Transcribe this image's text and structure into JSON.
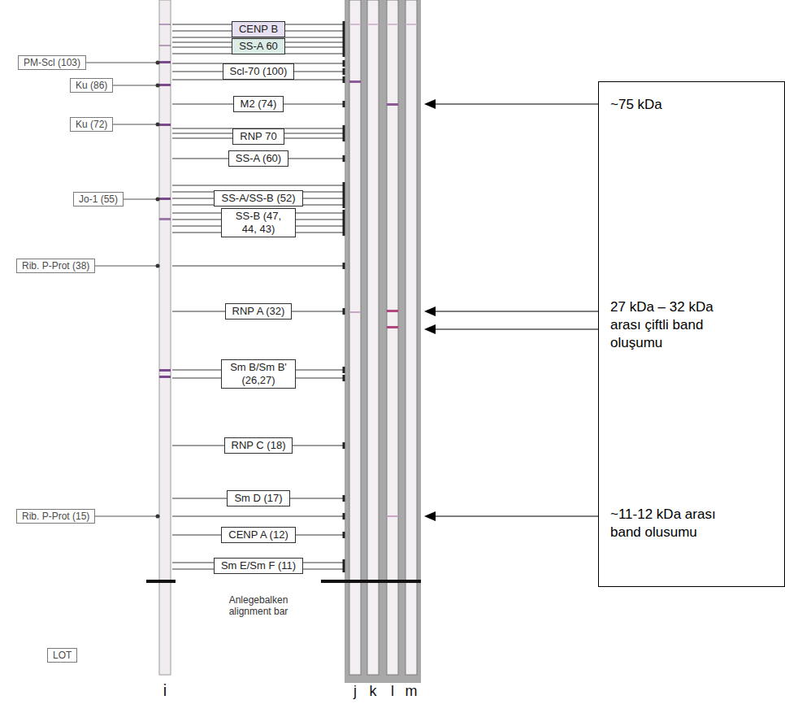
{
  "diagram": {
    "nodes": [
      {
        "text": [
          "CENP B"
        ]
      },
      {
        "text": [
          "SS-A 60"
        ]
      },
      {
        "text": [
          "PM-Scl (103)"
        ]
      },
      {
        "text": [
          "Scl-70 (100)"
        ]
      },
      {
        "text": [
          "Ku (86)"
        ]
      },
      {
        "text": [
          "M2 (74)"
        ]
      },
      {
        "text": [
          "Ku (72)"
        ]
      },
      {
        "text": [
          "RNP 70"
        ]
      },
      {
        "text": [
          "SS-A (60)"
        ]
      },
      {
        "text": [
          "Jo-1 (55)"
        ]
      },
      {
        "text": [
          "SS-A/SS-B (52)"
        ]
      },
      {
        "text": [
          "SS-B (47, 44, 43)"
        ]
      },
      {
        "text": [
          "Rib. P-Prot (38)"
        ]
      },
      {
        "text": [
          "RNP A (32)"
        ]
      },
      {
        "text": [
          "Sm B/Sm B' (26,27)"
        ]
      },
      {
        "text": [
          "RNP C (18)"
        ]
      },
      {
        "text": [
          "Sm D (17)"
        ]
      },
      {
        "text": [
          "Rib. P-Prot (15)"
        ]
      },
      {
        "text": [
          "CENP A (12)"
        ]
      },
      {
        "text": [
          "Sm E/Sm F (11)"
        ]
      },
      {
        "text": [
          "LOT"
        ]
      },
      {
        "text": [
          "~75 kDa",
          "27 kDa – 32 kDa arası çiftli band oluşumu",
          "~11-12 kDa arası band olusumu"
        ]
      }
    ],
    "labels": [
      "Anlegebalken alignment bar",
      "i",
      "j",
      "k",
      "l",
      "m"
    ]
  }
}
